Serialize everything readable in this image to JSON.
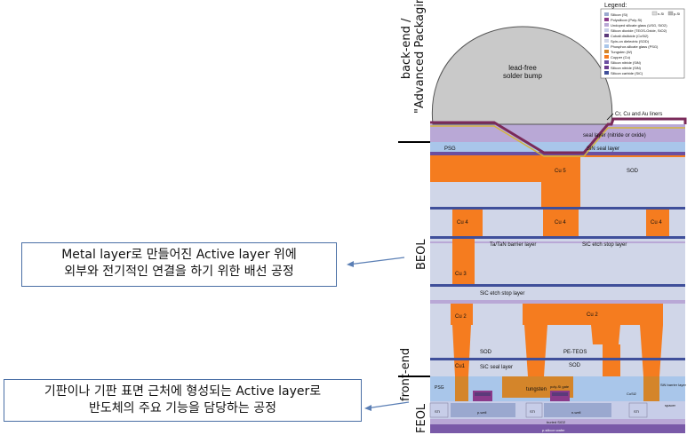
{
  "callouts": {
    "beol_line1": "Metal layer로 만들어진 Active layer 위에",
    "beol_line2": "외부와 전기적인 연결을 하기 위한 배선 공정",
    "feol_line1": "기판이나 기판 표면 근처에 형성되는 Active layer로",
    "feol_line2": "반도체의 주요 기능을 담당하는 공정"
  },
  "side_labels": {
    "backend_line1": "back-end /",
    "backend_line2": "\"Advanced Packaging\"",
    "beol": "BEOL",
    "frontend": "front-end",
    "feol": "FEOL"
  },
  "diagram": {
    "solder_bump": "lead-free\nsolder bump",
    "liners": "Cr, Cu and Au liners",
    "seal_layer": "seal layer (nitride or oxide)",
    "psg": "PSG",
    "sin_seal": "SiN seal layer",
    "cu5": "Cu 5",
    "sod": "SOD",
    "cu4": "Cu 4",
    "tatan": "Ta/TaN barrier layer",
    "sic_etch_stop": "SiC etch stop layer",
    "cu3": "Cu 3",
    "sic_etch_stop2": "SiC etch stop layer",
    "cu2": "Cu 2",
    "pe_teos": "PE-TEOS",
    "cu1": "Cu1",
    "sic_seal": "SiC seal layer",
    "tungsten": "tungsten",
    "psg_small": "PSG",
    "pwell": "p-well",
    "nwell": "n-well",
    "buried": "buried SiO2",
    "substrate": "p-silicon wafer",
    "poly_gate": "poly-Si gate",
    "sti": "STI",
    "cosi": "CoSi2",
    "sin_barrier": "SiN barrier layer",
    "spacer": "spacer"
  },
  "legend": {
    "title": "Legend:",
    "items": [
      {
        "label": "Silicon (Si)",
        "color": "#9aa8cf"
      },
      {
        "label": "Polysilicon (Poly-Si)",
        "color": "#8a3a8a"
      },
      {
        "label": "Undoped silicate glass (USG, SiO2)",
        "color": "#b9a8d6"
      },
      {
        "label": "Silicon dioxide (TEOS-Oxide, SiO2)",
        "color": "#c7cde8"
      },
      {
        "label": "Cobalt disilicide (CoSi2)",
        "color": "#5b3a7a"
      },
      {
        "label": "Spin-on dielectric (SOD)",
        "color": "#d0d6e8"
      },
      {
        "label": "Phosphor-silicate glass (PSG)",
        "color": "#a9c6ea"
      },
      {
        "label": "Tungsten (W)",
        "color": "#d4852a"
      },
      {
        "label": "Copper (Cu)",
        "color": "#f57c1f"
      },
      {
        "label": "Silicon nitride (SiN)",
        "color": "#6b4fa0"
      },
      {
        "label": "Silicon nitride (SiN)",
        "color": "#6a3d8f"
      },
      {
        "label": "Silicon carbide (SiC)",
        "color": "#3f4f9a"
      }
    ],
    "doping": [
      "n-Si",
      "p-Si"
    ]
  }
}
